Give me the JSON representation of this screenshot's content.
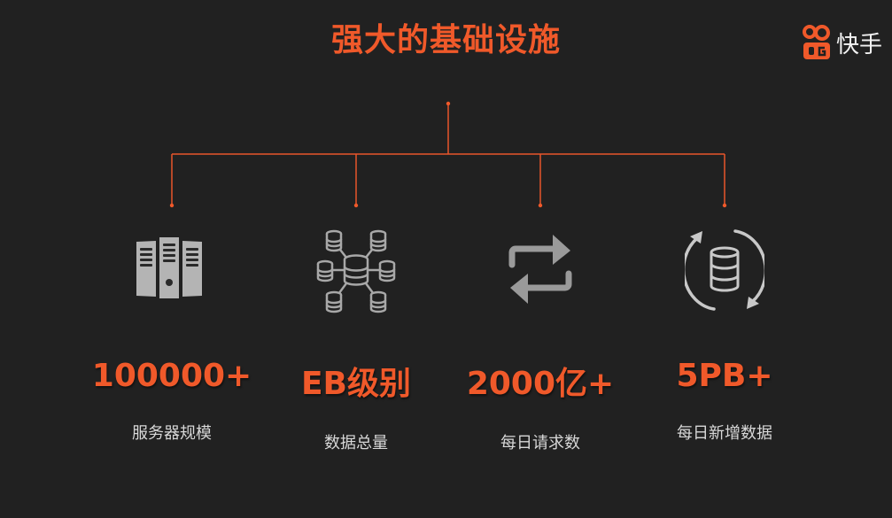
{
  "slide": {
    "title": "强大的基础设施",
    "brand": {
      "name": "快手",
      "icon": "kuaishou-logo-icon",
      "color": "#f0592a"
    },
    "accent_color": "#f0592a",
    "background_color": "#212121",
    "items": [
      {
        "value": "100000+",
        "label": "服务器规模",
        "icon": "server-rack-icon"
      },
      {
        "value": "EB级别",
        "label": "数据总量",
        "icon": "database-network-icon"
      },
      {
        "value": "2000亿+",
        "label": "每日请求数",
        "icon": "repeat-arrows-icon"
      },
      {
        "value": "5PB+",
        "label": "每日新增数据",
        "icon": "database-sync-icon"
      }
    ]
  }
}
